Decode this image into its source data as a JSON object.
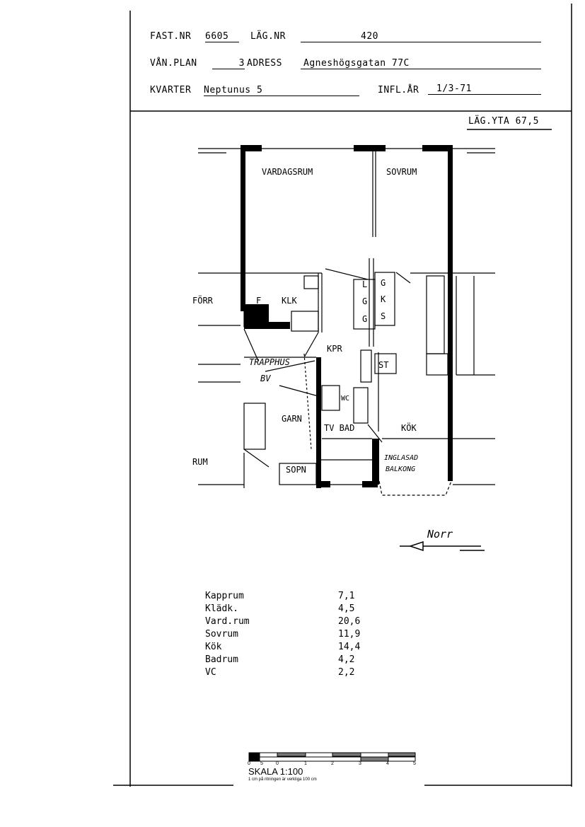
{
  "header": {
    "fast_nr_label": "FAST.NR",
    "fast_nr": "6605",
    "lag_nr_label": "LÄG.NR",
    "lag_nr": "420",
    "van_plan_label": "VÅN.PLAN",
    "van_plan": "3",
    "adress_label": "ADRESS",
    "adress": "Agneshögsgatan 77C",
    "kvarter_label": "KVARTER",
    "kvarter": "Neptunus 5",
    "infl_ar_label": "INFL.ÅR",
    "infl_ar": "1/3-71",
    "lag_yta": "LÄG.YTA 67,5"
  },
  "plan": {
    "rooms": [
      "VARDAGSRUM",
      "SOVRUM",
      "FÖRR",
      "F",
      "KLK",
      "ST",
      "KPR",
      "TRAPPHUS",
      "BV",
      "ST",
      "WC",
      "GARN",
      "TV BAD",
      "KÖK",
      "INGLASAD",
      "BALKONG",
      "RUM",
      "SOPN"
    ],
    "closets": [
      "L",
      "G",
      "G",
      "K",
      "G",
      "S"
    ],
    "north": "Norr"
  },
  "areas": [
    {
      "room": "Kapprum",
      "value": "7,1"
    },
    {
      "room": "Klädk.",
      "value": "4,5"
    },
    {
      "room": "Vard.rum",
      "value": "20,6"
    },
    {
      "room": "Sovrum",
      "value": "11,9"
    },
    {
      "room": "Kök",
      "value": "14,4"
    },
    {
      "room": "Badrum",
      "value": "4,2"
    },
    {
      "room": "VC",
      "value": "2,2"
    }
  ],
  "scale": {
    "ticks": [
      "0",
      "5",
      "0",
      "1",
      "2",
      "3",
      "4",
      "5"
    ],
    "title": "SKALA 1:100",
    "note": "1 cm på ritningen är verkliga 100 cm"
  }
}
